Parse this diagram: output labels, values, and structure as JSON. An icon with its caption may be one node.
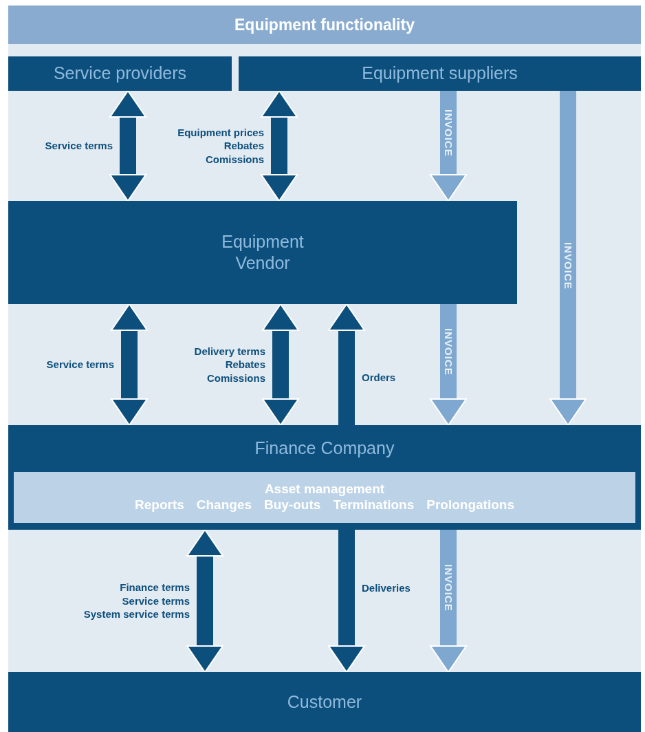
{
  "diagram": {
    "nodes": [
      {
        "text": [
          "Equipment functionality"
        ]
      },
      {
        "text": [
          "Service providers"
        ]
      },
      {
        "text": [
          "Equipment suppliers"
        ]
      },
      {
        "text": [
          "Equipment Vendor"
        ]
      },
      {
        "text": [
          "Finance Company"
        ]
      },
      {
        "text": [
          "Asset management",
          "Reports",
          "Changes",
          "Buy-outs",
          "Terminations",
          "Prolongations"
        ],
        "in": 4
      },
      {
        "text": [
          "Customer"
        ]
      }
    ],
    "edges": [
      {
        "from": 1,
        "to": 3,
        "arrow": "both",
        "label": "Service terms"
      },
      {
        "from": 2,
        "to": 3,
        "arrow": "both",
        "label": "Equipment prices Rebates Comissions"
      },
      {
        "from": 2,
        "to": 3,
        "arrow": "to",
        "label": "INVOICE",
        "color": "#7ea8cf"
      },
      {
        "from": 2,
        "to": 4,
        "arrow": "to",
        "label": "INVOICE",
        "color": "#7ea8cf"
      },
      {
        "from": 3,
        "to": 4,
        "arrow": "both",
        "label": "Service terms"
      },
      {
        "from": 3,
        "to": 4,
        "arrow": "both",
        "label": "Delivery terms Rebates Comissions"
      },
      {
        "from": 4,
        "to": 3,
        "arrow": "to",
        "label": "Orders"
      },
      {
        "from": 3,
        "to": 4,
        "arrow": "to",
        "label": "INVOICE",
        "color": "#7ea8cf"
      },
      {
        "from": 4,
        "to": 6,
        "arrow": "both",
        "label": "Finance terms Service terms System service terms"
      },
      {
        "from": 4,
        "to": 6,
        "arrow": "to",
        "label": "Deliveries"
      },
      {
        "from": 4,
        "to": 6,
        "arrow": "to",
        "label": "INVOICE",
        "color": "#7ea8cf"
      }
    ]
  }
}
